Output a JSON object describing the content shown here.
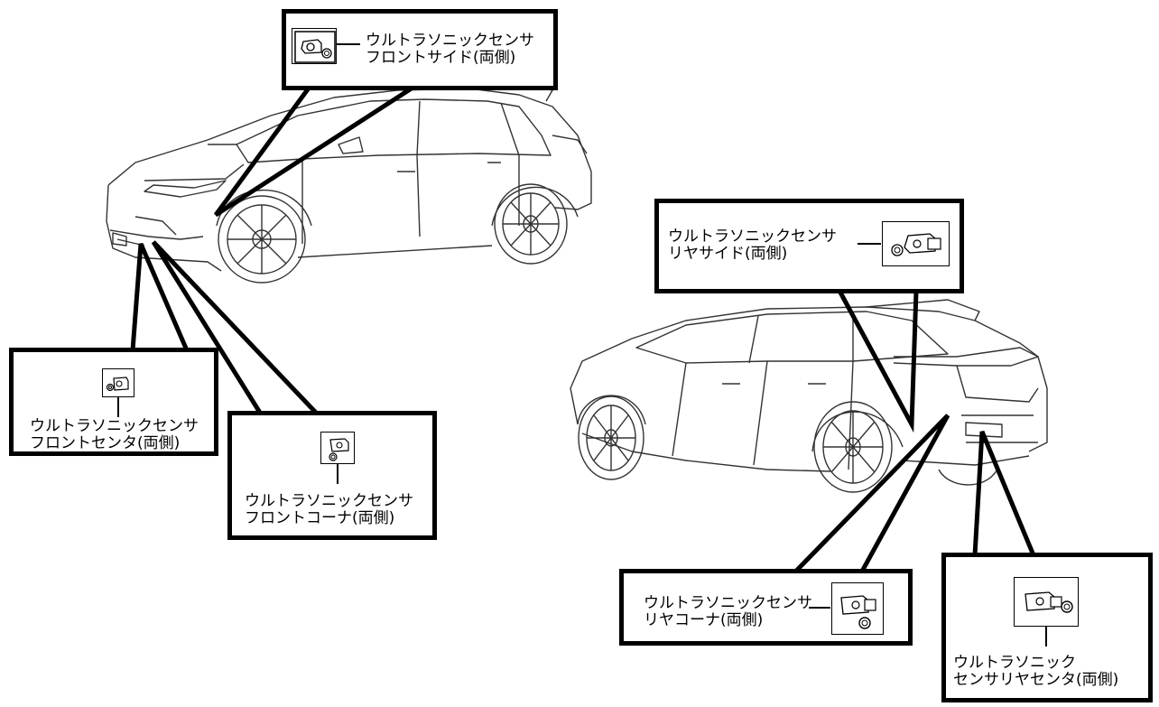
{
  "labels": {
    "front_side": [
      "ウルトラソニックセンサ",
      "フロントサイド(両側)"
    ],
    "front_center": [
      "ウルトラソニックセンサ",
      "フロントセンタ(両側)"
    ],
    "front_corner": [
      "ウルトラソニックセンサ",
      "フロントコーナ(両側)"
    ],
    "rear_side": [
      "ウルトラソニックセンサ",
      "リヤサイド(両側)"
    ],
    "rear_corner": [
      "ウルトラソニックセンサ",
      "リヤコーナ(両側)"
    ],
    "rear_center": [
      "ウルトラソニック",
      "センサリヤセンタ(両側)"
    ]
  }
}
